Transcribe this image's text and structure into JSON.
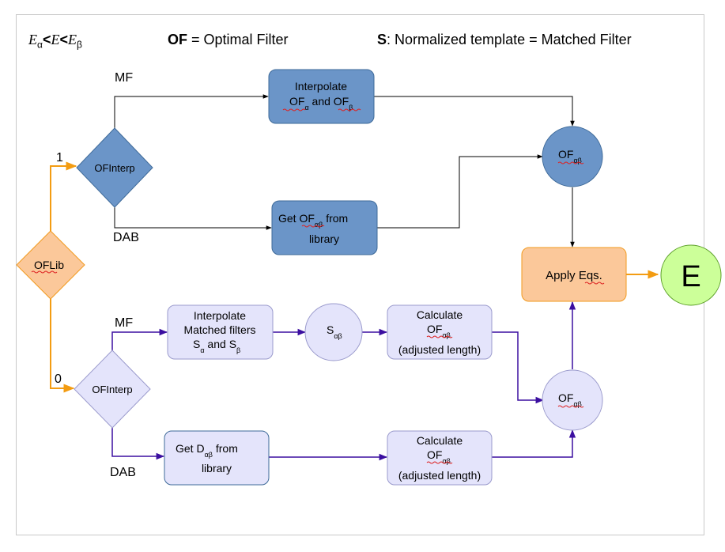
{
  "header": {
    "range_parts": [
      "E",
      "α",
      "<",
      "E",
      "<",
      "E",
      "β"
    ],
    "of_bold": "OF",
    "of_def": " = Optimal Filter",
    "s_bold": "S",
    "s_def": ": Normalized template = Matched Filter"
  },
  "colors": {
    "blue_fill": "#6b95c8",
    "blue_stroke": "#3e6a99",
    "lav_fill": "#e4e4fb",
    "lav_stroke": "#9a9acc",
    "orange_fill": "#fbc89a",
    "orange_stroke": "#f29a1e",
    "green_fill": "#ccff99",
    "green_stroke": "#5da02a",
    "purple_line": "#3b0fa0",
    "orange_line": "#f39c12"
  },
  "nodes": {
    "oflib": "OFLib",
    "ofinterp_top": "OFInterp",
    "ofinterp_bottom": "OFInterp",
    "interp_top": {
      "line1": "Interpolate",
      "l2a": "OF",
      "l2a_sub": "α",
      "l2b": " and ",
      "l2c": "OF",
      "l2c_sub": "β"
    },
    "get_top": {
      "pre": "Get ",
      "of": "OF",
      "sub": "αβ",
      "post": " from",
      "line2": "library"
    },
    "of_top": {
      "text": "OF",
      "sub": "αβ"
    },
    "apply": "Apply Eqs.",
    "e": "E",
    "interp_bottom": {
      "line1": "Interpolate",
      "line2": "Matched filters",
      "a": "S",
      "a_sub": "α",
      "mid": " and ",
      "b": "S",
      "b_sub": "β"
    },
    "s_circle": {
      "text": "S",
      "sub": "αβ"
    },
    "calc_top": {
      "line1": "Calculate",
      "of": "OF",
      "sub": "αβ",
      "line3": "(adjusted length)"
    },
    "of_bottom": {
      "text": "OF",
      "sub": "αβ"
    },
    "get_bottom": {
      "pre": "Get ",
      "d": "D",
      "sub": "αβ",
      "post": " from",
      "line2": "library"
    },
    "calc_bottom": {
      "line1": "Calculate",
      "of": "OF",
      "sub": "αβ",
      "line3": "(adjusted length)"
    }
  },
  "edge_labels": {
    "mf_top": "MF",
    "dab_top": "DAB",
    "one": "1",
    "mf_bottom": "MF",
    "dab_bottom": "DAB",
    "zero": "0"
  }
}
